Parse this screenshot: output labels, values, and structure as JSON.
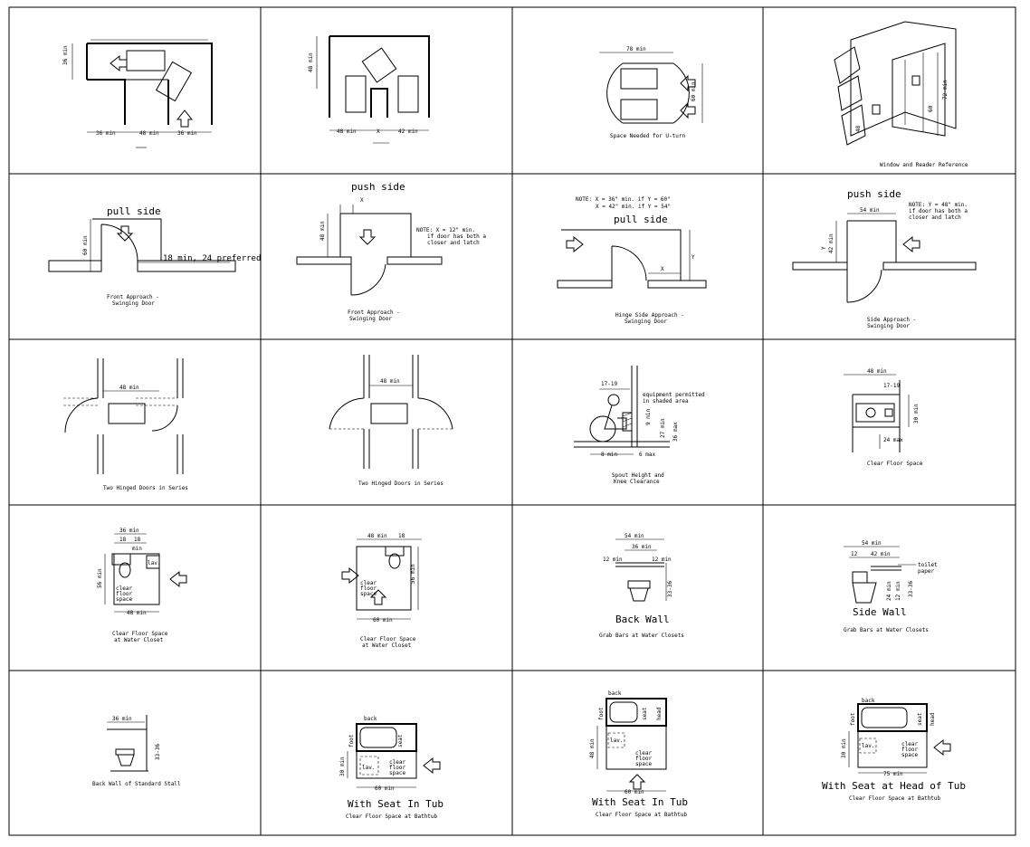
{
  "cells": [
    {
      "id": "r1c1",
      "labels": [
        "36 min",
        "36 min",
        "48 min",
        "36 min"
      ],
      "caption": []
    },
    {
      "id": "r1c2",
      "labels": [
        "48 min",
        "48 min",
        "X",
        "42 min"
      ],
      "caption": []
    },
    {
      "id": "r1c3",
      "labels": [
        "78 min",
        "60 min"
      ],
      "caption": [
        "Space Needed for U-turn"
      ]
    },
    {
      "id": "r1c4",
      "labels": [
        "60",
        "72 min",
        "48"
      ],
      "caption": [
        "Window and Reader Reference"
      ]
    },
    {
      "id": "r2c1",
      "labels": [
        "pull side",
        "60 min",
        "18 min, 24 preferred"
      ],
      "caption": [
        "Front Approach -",
        "Swinging Door"
      ]
    },
    {
      "id": "r2c2",
      "labels": [
        "push side",
        "X",
        "48 min",
        "NOTE: X = 12\" min.",
        "if door has both a",
        "closer and latch"
      ],
      "caption": [
        "Front Approach -",
        "Swinging Door"
      ]
    },
    {
      "id": "r2c3",
      "labels": [
        "NOTE: X = 36\" min. if Y = 60\"",
        "X = 42\" min. if Y = 54\"",
        "pull side",
        "X",
        "Y"
      ],
      "caption": [
        "Hinge Side Approach -",
        "Swinging Door"
      ]
    },
    {
      "id": "r2c4",
      "labels": [
        "push side",
        "NOTE: Y = 48\" min.",
        "if door has both a",
        "closer and latch",
        "54 min",
        "Y",
        "42 min"
      ],
      "caption": [
        "Side Approach -",
        "Swinging Door"
      ]
    },
    {
      "id": "r3c1",
      "labels": [
        "48 min"
      ],
      "caption": [
        "Two Hinged Doors in Series"
      ]
    },
    {
      "id": "r3c2",
      "labels": [
        "48 min"
      ],
      "caption": [
        "Two Hinged Doors in Series"
      ]
    },
    {
      "id": "r3c3",
      "labels": [
        "17-19",
        "equipment permitted",
        "in shaded area",
        "9 min",
        "27 min",
        "36 max",
        "8 min",
        "6 max"
      ],
      "caption": [
        "Spout Height and",
        "Knee Clearance"
      ]
    },
    {
      "id": "r3c4",
      "labels": [
        "48 min",
        "17-19",
        "30 min",
        "24 max"
      ],
      "caption": [
        "Clear Floor Space"
      ]
    },
    {
      "id": "r4c1",
      "labels": [
        "36 min",
        "18",
        "18",
        "min",
        "56 min",
        "lav.",
        "clear",
        "floor",
        "space",
        "48 min"
      ],
      "caption": [
        "Clear Floor Space",
        "at Water Closet"
      ]
    },
    {
      "id": "r4c2",
      "labels": [
        "48 min",
        "18",
        "clear",
        "floor",
        "space",
        "56 min",
        "60 min"
      ],
      "caption": [
        "Clear Floor Space",
        "at Water Closet"
      ]
    },
    {
      "id": "r4c3",
      "labels": [
        "54 min",
        "36 min",
        "12 min",
        "12 min",
        "33-36",
        "Back Wall"
      ],
      "caption": [
        "Grab Bars at Water Closets"
      ]
    },
    {
      "id": "r4c4",
      "labels": [
        "54 min",
        "12",
        "42 min",
        "toilet",
        "paper",
        "24 min",
        "12 min",
        "33-36",
        "Side Wall"
      ],
      "caption": [
        "Grab Bars at Water Closets"
      ]
    },
    {
      "id": "r5c1",
      "labels": [
        "36 min",
        "33-36"
      ],
      "caption": [
        "Back Wall of Standard Stall"
      ]
    },
    {
      "id": "r5c2",
      "labels": [
        "back",
        "foot",
        "seat",
        "lav.",
        "clear",
        "floor",
        "space",
        "30 min",
        "60 min",
        "With Seat In Tub"
      ],
      "caption": [
        "Clear Floor Space at Bathtub"
      ]
    },
    {
      "id": "r5c3",
      "labels": [
        "back",
        "foot",
        "seat",
        "head",
        "lav.",
        "clear",
        "floor",
        "space",
        "48 min",
        "60 min",
        "With Seat In Tub"
      ],
      "caption": [
        "Clear Floor Space at Bathtub"
      ]
    },
    {
      "id": "r5c4",
      "labels": [
        "back",
        "foot",
        "seat",
        "head",
        "lav.",
        "clear",
        "floor",
        "space",
        "30 min",
        "75 min",
        "With Seat at Head of Tub"
      ],
      "caption": [
        "Clear Floor Space at Bathtub"
      ]
    }
  ]
}
